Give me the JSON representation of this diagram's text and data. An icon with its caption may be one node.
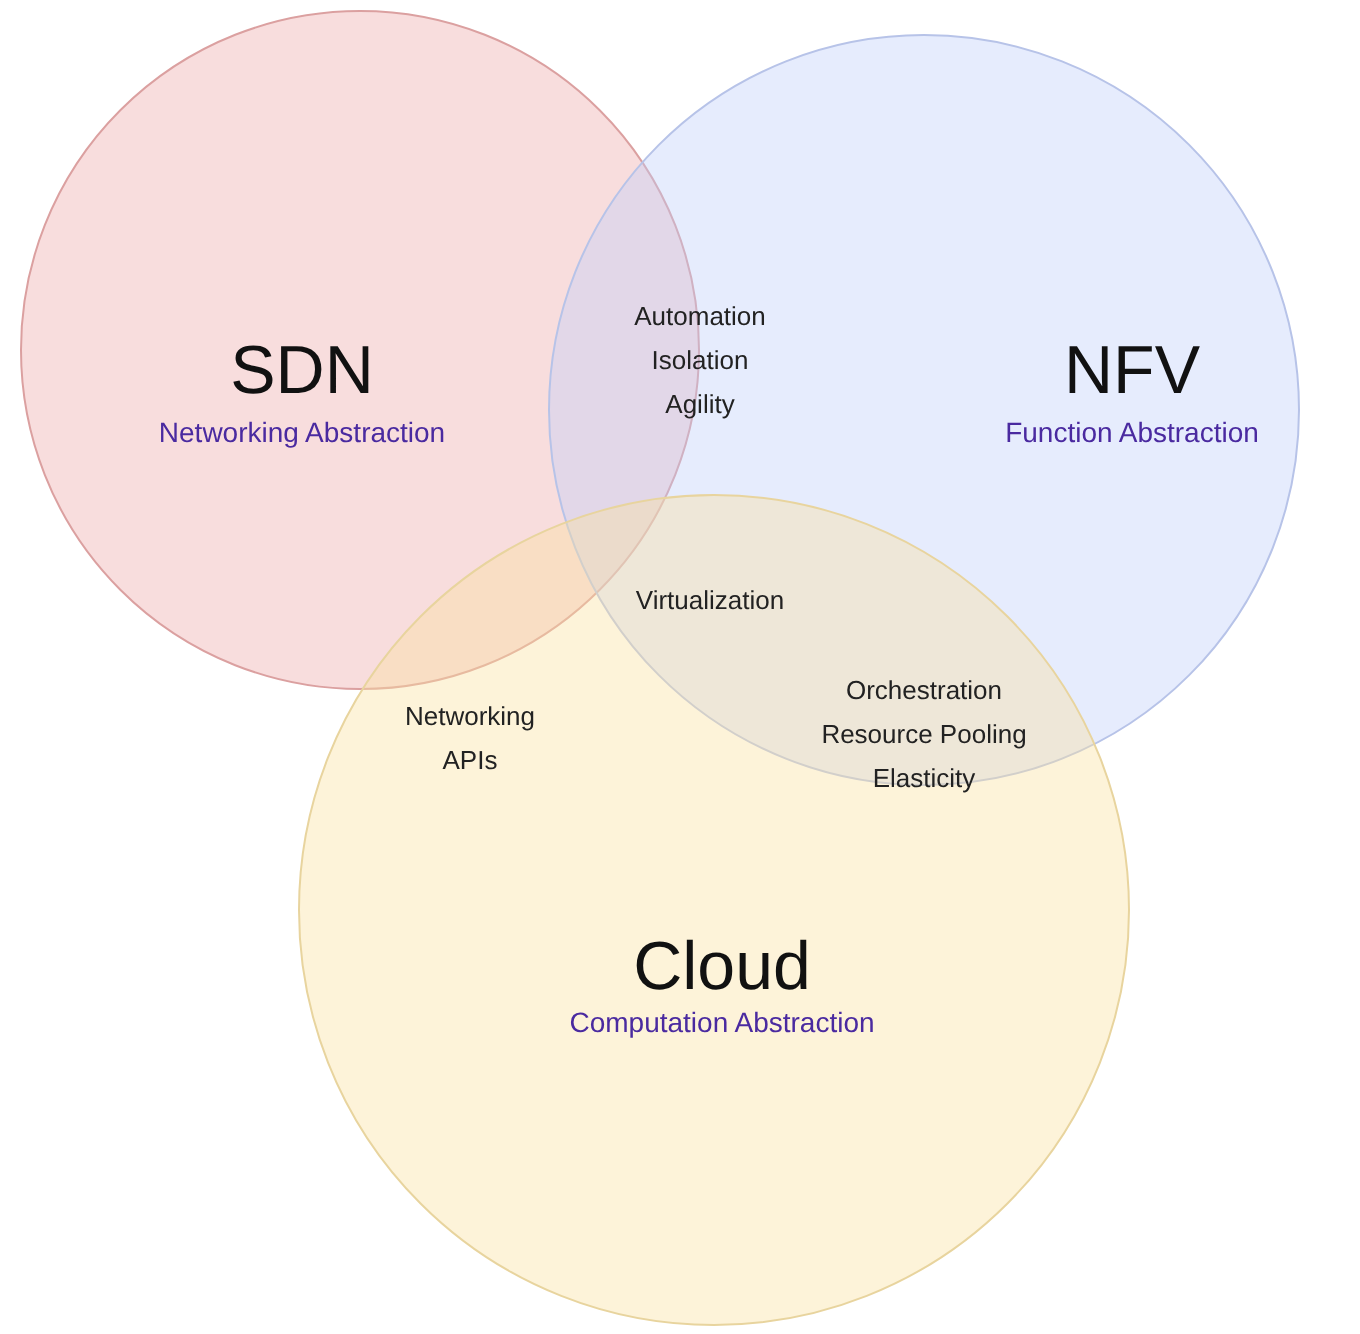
{
  "diagram": {
    "nodes": [
      {
        "text": [
          "SDN",
          "Networking Abstraction"
        ]
      },
      {
        "text": [
          "NFV",
          "Function Abstraction"
        ]
      },
      {
        "text": [
          "Cloud",
          "Computation Abstraction"
        ]
      }
    ],
    "labels": [
      "Automation",
      "Isolation",
      "Agility",
      "Virtualization",
      "Networking",
      "APIs",
      "Orchestration",
      "Resource Pooling",
      "Elasticity"
    ]
  }
}
